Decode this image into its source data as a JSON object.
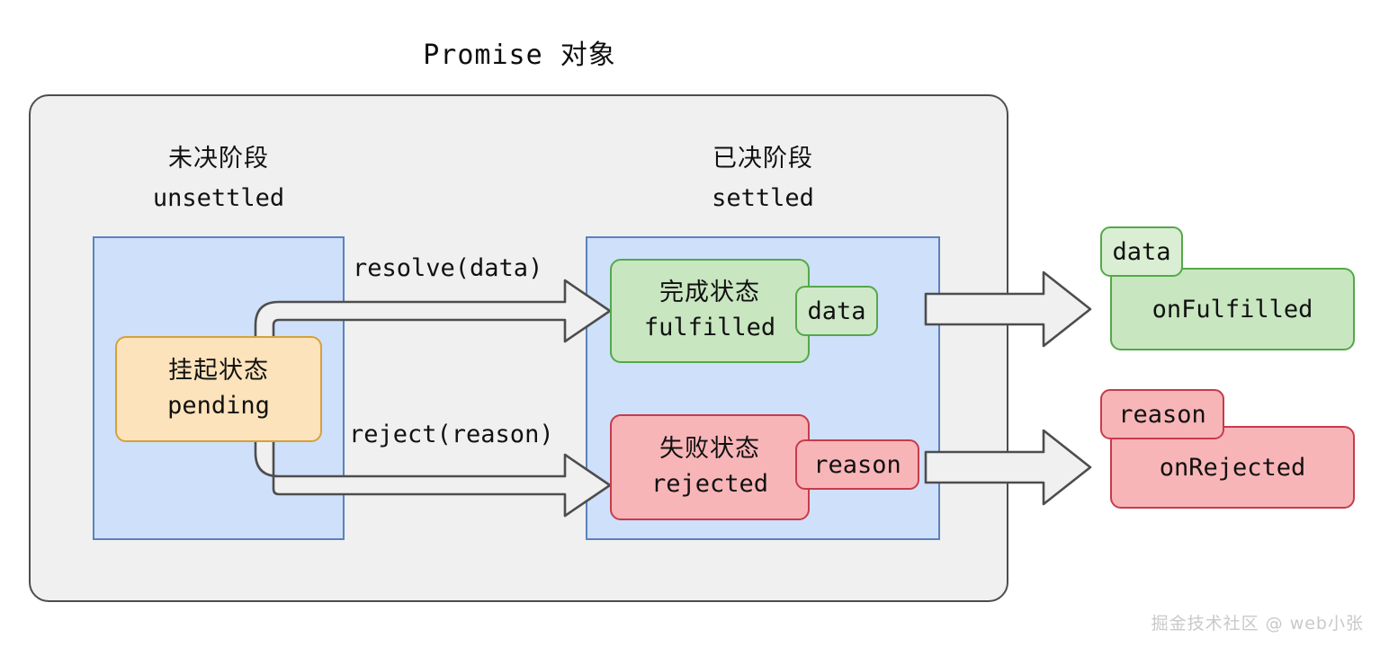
{
  "title": "Promise 对象",
  "phases": [
    {
      "cn": "未决阶段",
      "en": "unsettled"
    },
    {
      "cn": "已决阶段",
      "en": "settled"
    }
  ],
  "states": {
    "pending": {
      "cn": "挂起状态",
      "en": "pending"
    },
    "fulfilled": {
      "cn": "完成状态",
      "en": "fulfilled"
    },
    "rejected": {
      "cn": "失败状态",
      "en": "rejected"
    }
  },
  "values": {
    "data_inner": "data",
    "reason_inner": "reason",
    "data_outer": "data",
    "reason_outer": "reason"
  },
  "handlers": {
    "on_fulfilled": "onFulfilled",
    "on_rejected": "onRejected"
  },
  "transitions": {
    "resolve": "resolve(data)",
    "reject": "reject(reason)"
  },
  "watermark": "掘金技术社区 @ web小张",
  "colors": {
    "page_bg": "#ffffff",
    "outer_bg": "#f0f0f0",
    "outer_border": "#4d4d4d",
    "blue_bg": "#cfe0fb",
    "blue_border": "#5b82bd",
    "pending_bg": "#fce3bb",
    "pending_border": "#d6a13a",
    "fulfilled_bg": "#c8e6c0",
    "fulfilled_border": "#54a849",
    "rejected_bg": "#f8b5b8",
    "rejected_border": "#c73b4b",
    "arrow_fill": "#f0f0f0",
    "arrow_stroke": "#4d4d4d",
    "watermark": "#c9c9c9"
  }
}
